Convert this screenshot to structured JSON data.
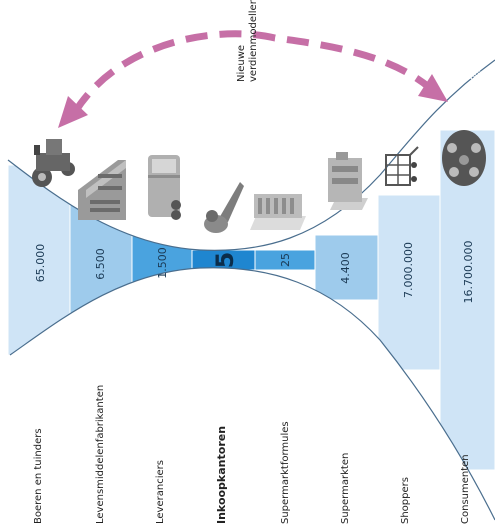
{
  "diagram": {
    "annotation_line1": "Nieuwe",
    "annotation_line2": "verdienmodellen",
    "credit": "pbl.nl",
    "stages": [
      {
        "label": "Boeren en tuinders",
        "count": "65.000",
        "icon": "tractor-icon"
      },
      {
        "label": "Levensmiddelenfabrikanten",
        "count": "6.500",
        "icon": "factory-icon"
      },
      {
        "label": "Leveranciers",
        "count": "1.500",
        "icon": "truck-icon"
      },
      {
        "label": "Inkoopkantoren",
        "count": "5",
        "icon": "buyer-person-icon"
      },
      {
        "label": "Supermarktformules",
        "count": "25",
        "icon": "office-building-icon"
      },
      {
        "label": "Supermarkten",
        "count": "4.400",
        "icon": "supermarket-icon"
      },
      {
        "label": "Shoppers",
        "count": "7.000.000",
        "icon": "shopping-cart-icon"
      },
      {
        "label": "Consumenten",
        "count": "16.700.000",
        "icon": "consumers-icon"
      }
    ],
    "colors": {
      "light_blue": "#cfe4f6",
      "mid_blue": "#9ecbec",
      "strong_blue": "#4aa3df",
      "center_blue": "#1f86d0",
      "arrow_pink": "#c66fa6",
      "icon_gray": "#9a9a9a"
    }
  }
}
